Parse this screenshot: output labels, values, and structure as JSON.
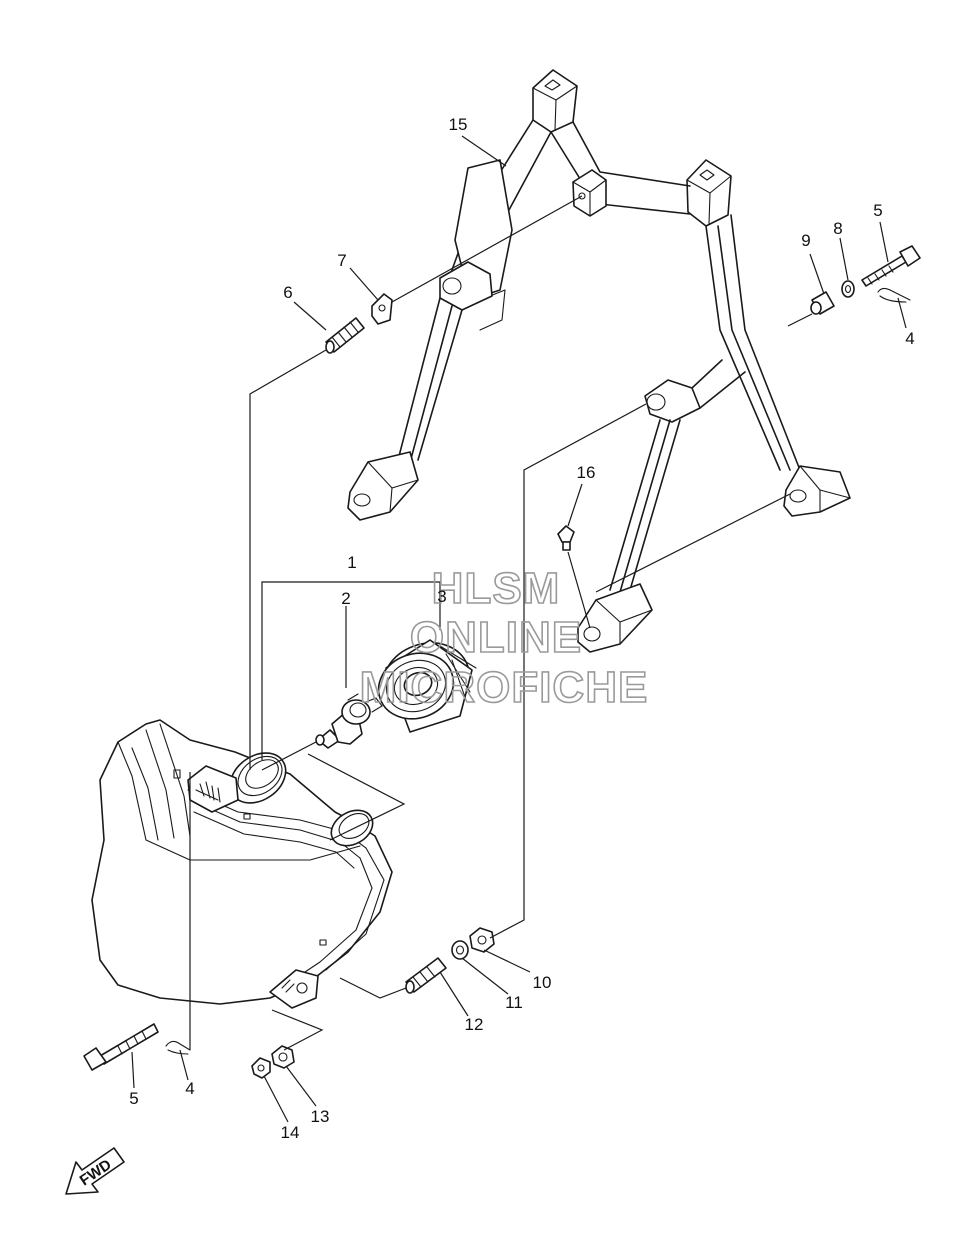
{
  "callouts": {
    "c1": "1",
    "c2": "2",
    "c3": "3",
    "c4a": "4",
    "c4b": "4",
    "c5a": "5",
    "c5b": "5",
    "c6": "6",
    "c7": "7",
    "c8": "8",
    "c9": "9",
    "c10": "10",
    "c11": "11",
    "c12": "12",
    "c13": "13",
    "c14": "14",
    "c15": "15",
    "c16": "16"
  },
  "watermark": {
    "line1": "HLSM",
    "line2": "ONLINE",
    "line3": "MICROFICHE"
  },
  "direction_marker": {
    "label": "FWD"
  }
}
